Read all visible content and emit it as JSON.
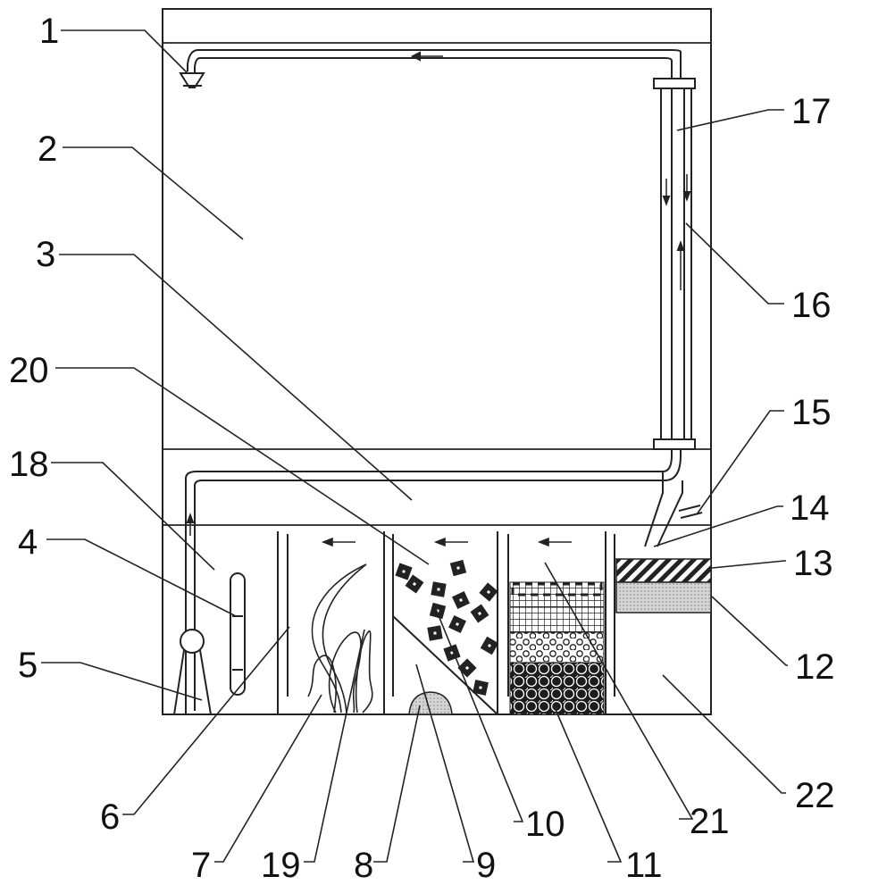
{
  "labels": {
    "l1": "1",
    "l2": "2",
    "l3": "3",
    "l4": "4",
    "l5": "5",
    "l6": "6",
    "l7": "7",
    "l8": "8",
    "l9": "9",
    "l10": "10",
    "l11": "11",
    "l12": "12",
    "l13": "13",
    "l14": "14",
    "l15": "15",
    "l16": "16",
    "l17": "17",
    "l18": "18",
    "l19": "19",
    "l20": "20",
    "l21": "21",
    "l22": "22"
  },
  "colors": {
    "line": "#222222",
    "gravel": "#333333",
    "sand": "#bfbfbf",
    "stone": "#d6d6d6"
  }
}
